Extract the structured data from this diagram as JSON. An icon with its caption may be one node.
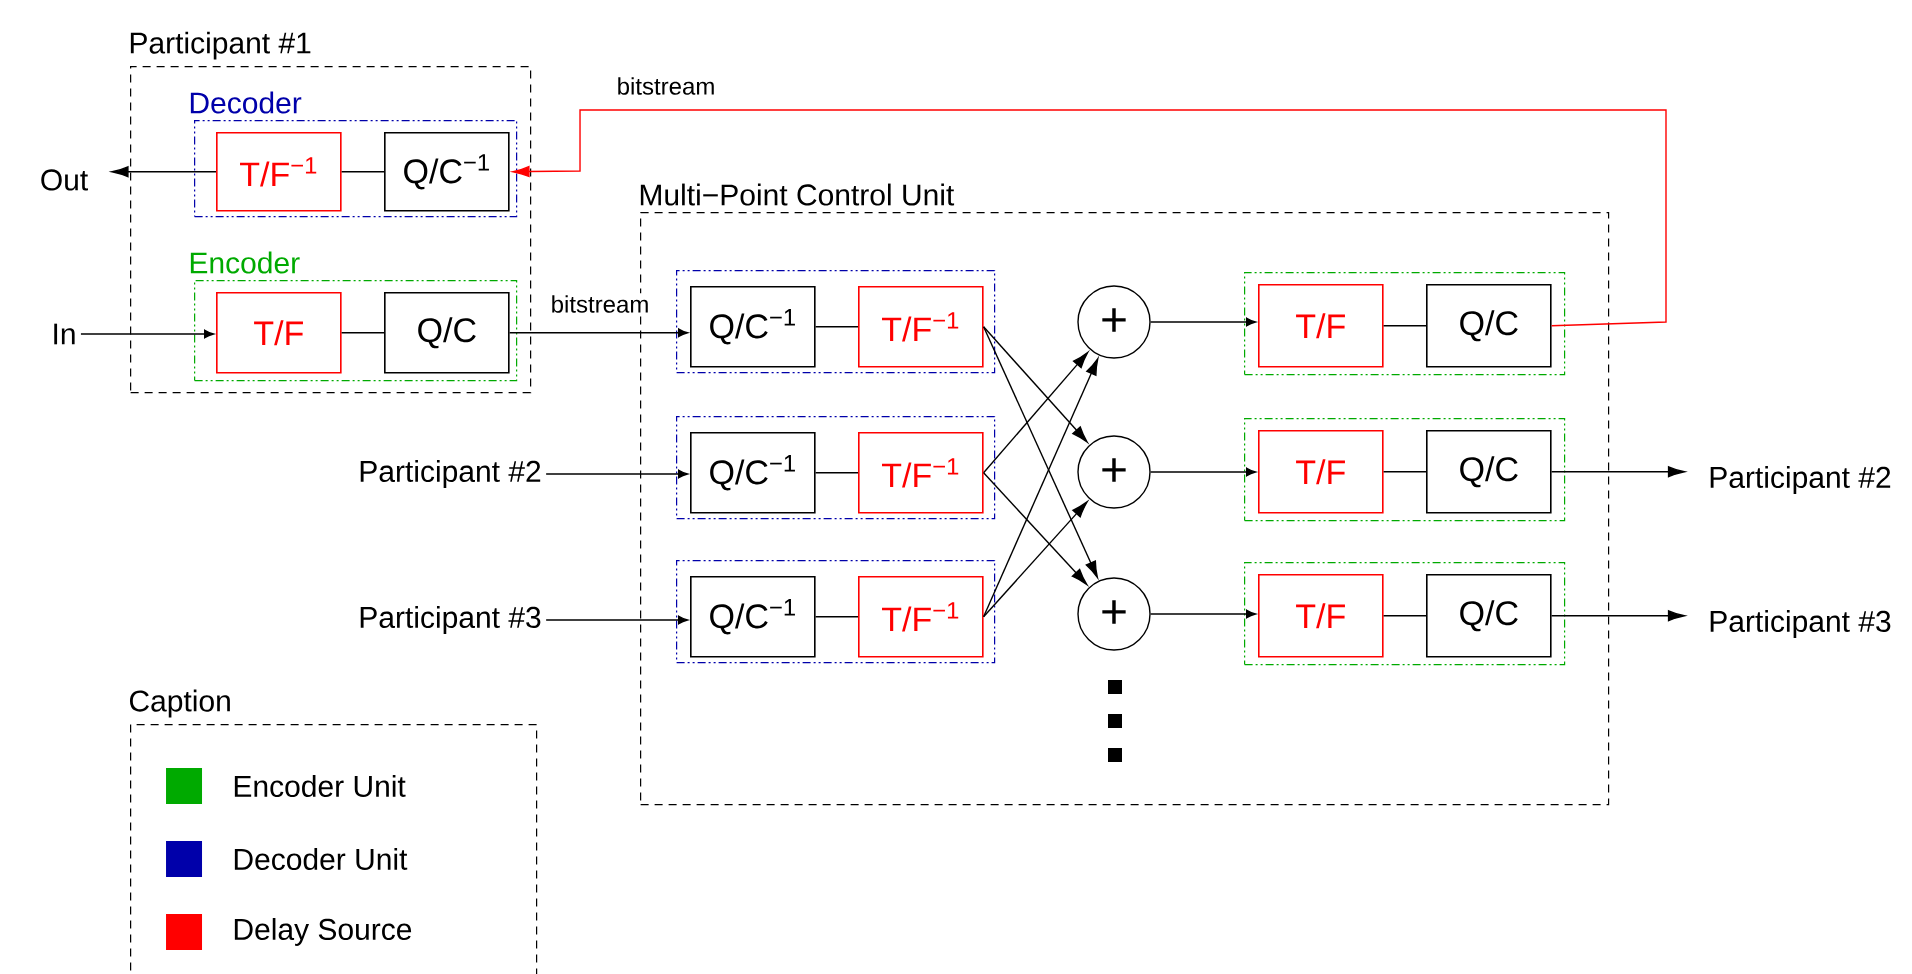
{
  "diagram": {
    "nodes": [
      {
        "text": [
          "Participant #1"
        ]
      },
      {
        "text": [
          "Decoder"
        ],
        "in": 0
      },
      {
        "text": [
          "T/F$^{−1}$"
        ],
        "in": 1
      },
      {
        "text": [
          "Q/C$^{−1}$"
        ],
        "in": 1
      },
      {
        "text": [
          "Encoder"
        ],
        "in": 0
      },
      {
        "text": [
          "T/F"
        ],
        "in": 4
      },
      {
        "text": [
          "Q/C"
        ],
        "in": 4
      },
      {
        "text": [
          "Out"
        ]
      },
      {
        "text": [
          "In"
        ]
      },
      {
        "text": [
          "Multi−Point Control Unit"
        ]
      },
      {
        "text": [],
        "shape": "box",
        "in": 9
      },
      {
        "text": [
          "Q/C$^{−1}$"
        ],
        "in": 10
      },
      {
        "text": [
          "T/F$^{−1}$"
        ],
        "in": 10
      },
      {
        "text": [],
        "shape": "box",
        "in": 9
      },
      {
        "text": [
          "Q/C$^{−1}$"
        ],
        "in": 13
      },
      {
        "text": [
          "T/F$^{−1}$"
        ],
        "in": 13
      },
      {
        "text": [],
        "shape": "box",
        "in": 9
      },
      {
        "text": [
          "Q/C$^{−1}$"
        ],
        "in": 16
      },
      {
        "text": [
          "T/F$^{−1}$"
        ],
        "in": 16
      },
      {
        "text": [
          "+"
        ],
        "in": 9
      },
      {
        "text": [
          "+"
        ],
        "in": 9
      },
      {
        "text": [
          "+"
        ],
        "in": 9
      },
      {
        "text": [],
        "shape": "box",
        "in": 9
      },
      {
        "text": [
          "T/F"
        ],
        "in": 22
      },
      {
        "text": [
          "Q/C"
        ],
        "in": 22
      },
      {
        "text": [],
        "shape": "box",
        "in": 9
      },
      {
        "text": [
          "T/F"
        ],
        "in": 25
      },
      {
        "text": [
          "Q/C"
        ],
        "in": 25
      },
      {
        "text": [],
        "shape": "box",
        "in": 9
      },
      {
        "text": [
          "T/F"
        ],
        "in": 28
      },
      {
        "text": [
          "Q/C"
        ],
        "in": 28
      },
      {
        "text": [
          "Participant #2"
        ]
      },
      {
        "text": [
          "Participant #3"
        ]
      },
      {
        "text": [
          "Participant #2"
        ]
      },
      {
        "text": [
          "Participant #3"
        ]
      },
      {
        "text": [
          "Caption"
        ]
      }
    ],
    "edges": [
      {
        "from": 3,
        "to": 2,
        "arrow": "none"
      },
      {
        "from": 2,
        "to": 7,
        "arrow": "to"
      },
      {
        "from": 24,
        "to": 3,
        "arrow": "to",
        "label": "bitstream",
        "color": "#ff0000"
      },
      {
        "from": 8,
        "to": 5,
        "arrow": "to"
      },
      {
        "from": 5,
        "to": 6,
        "arrow": "none"
      },
      {
        "from": 6,
        "to": 11,
        "arrow": "to",
        "label": "bitstream"
      },
      {
        "from": 11,
        "to": 12,
        "arrow": "none"
      },
      {
        "from": 31,
        "to": 14,
        "arrow": "to"
      },
      {
        "from": 14,
        "to": 15,
        "arrow": "none"
      },
      {
        "from": 32,
        "to": 17,
        "arrow": "to"
      },
      {
        "from": 17,
        "to": 18,
        "arrow": "none"
      },
      {
        "from": 12,
        "to": 20,
        "arrow": "to"
      },
      {
        "from": 12,
        "to": 21,
        "arrow": "to"
      },
      {
        "from": 15,
        "to": 19,
        "arrow": "to"
      },
      {
        "from": 15,
        "to": 21,
        "arrow": "to"
      },
      {
        "from": 18,
        "to": 19,
        "arrow": "to"
      },
      {
        "from": 18,
        "to": 20,
        "arrow": "to"
      },
      {
        "from": 19,
        "to": 23,
        "arrow": "to"
      },
      {
        "from": 20,
        "to": 26,
        "arrow": "to"
      },
      {
        "from": 21,
        "to": 29,
        "arrow": "to"
      },
      {
        "from": 23,
        "to": 24,
        "arrow": "none"
      },
      {
        "from": 26,
        "to": 27,
        "arrow": "none"
      },
      {
        "from": 29,
        "to": 30,
        "arrow": "none"
      },
      {
        "from": 27,
        "to": 33,
        "arrow": "to"
      },
      {
        "from": 30,
        "to": 34,
        "arrow": "to"
      }
    ],
    "legend": [
      {
        "text": "Encoder Unit",
        "color": "#00aa00"
      },
      {
        "text": "Decoder Unit",
        "color": "#0000aa"
      },
      {
        "text": "Delay Source",
        "color": "#ff0000"
      }
    ]
  }
}
